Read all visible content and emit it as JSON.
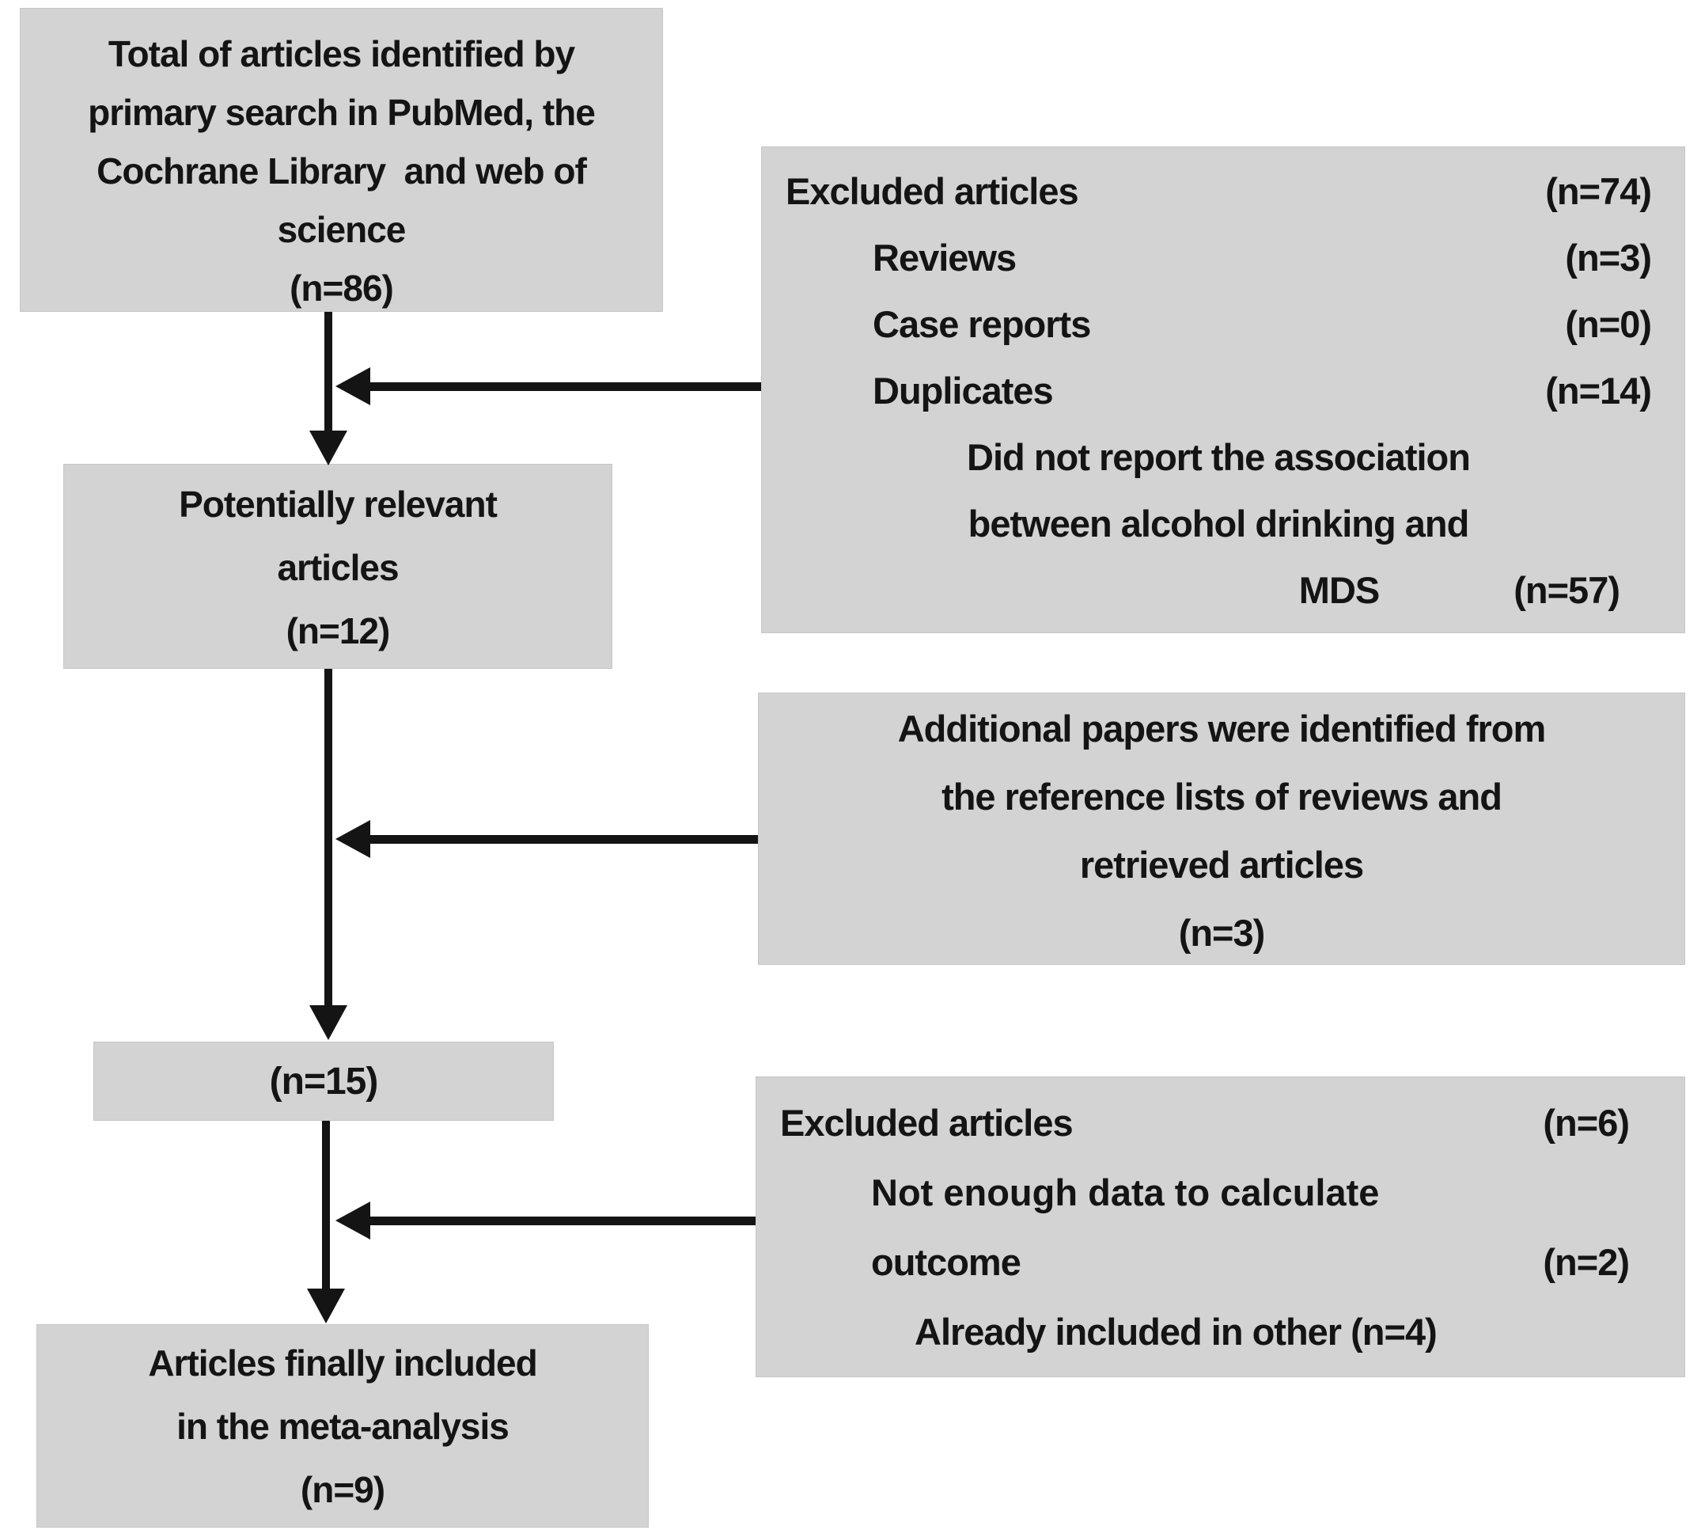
{
  "colors": {
    "background": "#ffffff",
    "box_fill": "#d3d3d3",
    "text": "#141414",
    "arrow": "#141414"
  },
  "boxes": {
    "identified": {
      "lines": [
        "Total of articles identified by",
        "primary search in PubMed, the",
        "Cochrane Library  and web of",
        "science",
        "(n=86)"
      ]
    },
    "excluded_primary": {
      "rows": [
        {
          "label": "Excluded articles",
          "count": "(n=74)"
        },
        {
          "label": "Reviews",
          "count": "(n=3)"
        },
        {
          "label": "Case reports",
          "count": "(n=0)"
        },
        {
          "label": "Duplicates",
          "count": "(n=14)"
        }
      ],
      "reason_line1": "Did not report the association",
      "reason_line2": "between alcohol drinking and",
      "reason_label": "MDS",
      "reason_count": "(n=57)"
    },
    "potentially_relevant": {
      "lines": [
        "Potentially relevant",
        "articles",
        "(n=12)"
      ]
    },
    "additional": {
      "lines": [
        "Additional papers were identified from",
        "the reference lists of reviews and",
        "retrieved articles",
        "(n=3)"
      ]
    },
    "combined": {
      "label": "(n=15)"
    },
    "excluded_secondary": {
      "row1_label": "Excluded articles",
      "row1_count": "(n=6)",
      "row2": "Not enough data  to  calculate",
      "row3_label": "outcome",
      "row3_count": "(n=2)",
      "row4": "Already included in other (n=4)"
    },
    "included": {
      "lines": [
        "Articles finally included",
        "in the meta-analysis",
        "(n=9)"
      ]
    }
  }
}
